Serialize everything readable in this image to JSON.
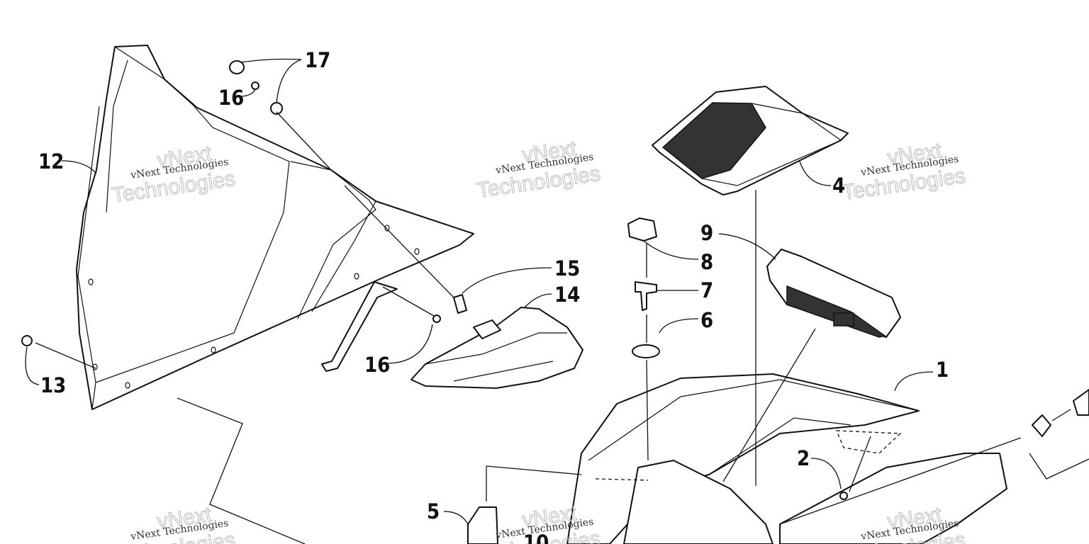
{
  "callouts": [
    {
      "id": "c1",
      "text": "1"
    },
    {
      "id": "c2",
      "text": "2"
    },
    {
      "id": "c4",
      "text": "4"
    },
    {
      "id": "c5",
      "text": "5"
    },
    {
      "id": "c6",
      "text": "6"
    },
    {
      "id": "c7",
      "text": "7"
    },
    {
      "id": "c8",
      "text": "8"
    },
    {
      "id": "c9",
      "text": "9"
    },
    {
      "id": "c10",
      "text": "10"
    },
    {
      "id": "c12",
      "text": "12"
    },
    {
      "id": "c13",
      "text": "13"
    },
    {
      "id": "c14",
      "text": "14"
    },
    {
      "id": "c15",
      "text": "15"
    },
    {
      "id": "c16a",
      "text": "16"
    },
    {
      "id": "c16b",
      "text": "16"
    },
    {
      "id": "c17",
      "text": "17"
    }
  ],
  "watermark": {
    "line1": "vNext Technologies",
    "line2": "Technologies",
    "line3": "vNext"
  }
}
